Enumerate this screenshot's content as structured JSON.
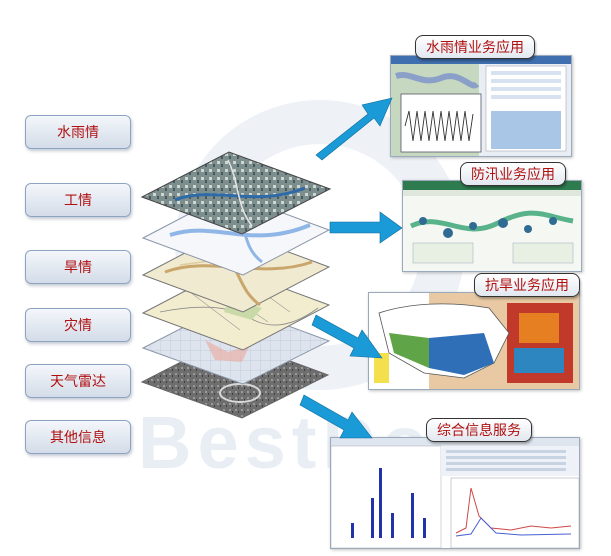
{
  "watermark": "BestDo",
  "categories": [
    "水雨情",
    "工情",
    "旱情",
    "灾情",
    "天气雷达",
    "其他信息"
  ],
  "applications": [
    "水雨情业务应用",
    "防汛业务应用",
    "抗旱业务应用",
    "综合信息服务"
  ],
  "colors": {
    "category_text": "#b01010",
    "arrow": "#1a9ad6",
    "label_border": "#333333"
  }
}
